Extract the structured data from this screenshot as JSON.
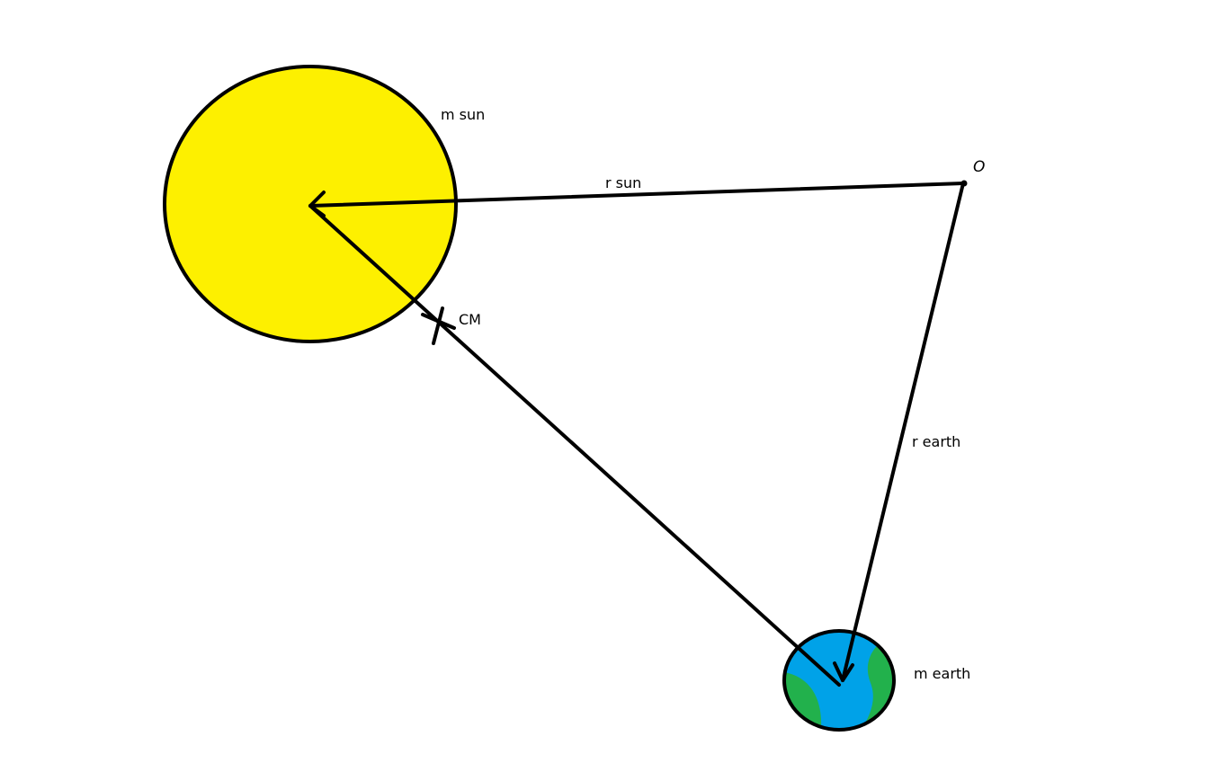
{
  "colors": {
    "sun_fill": "#fdf000",
    "earth_ocean": "#00a2e8",
    "earth_land": "#22b14c",
    "line": "#000000",
    "background": "#ffffff"
  },
  "labels": {
    "sun_mass": "m sun",
    "earth_mass": "m earth",
    "r_sun": "r sun",
    "r_earth": "r earth",
    "center_of_mass": "CM",
    "origin": "O"
  }
}
